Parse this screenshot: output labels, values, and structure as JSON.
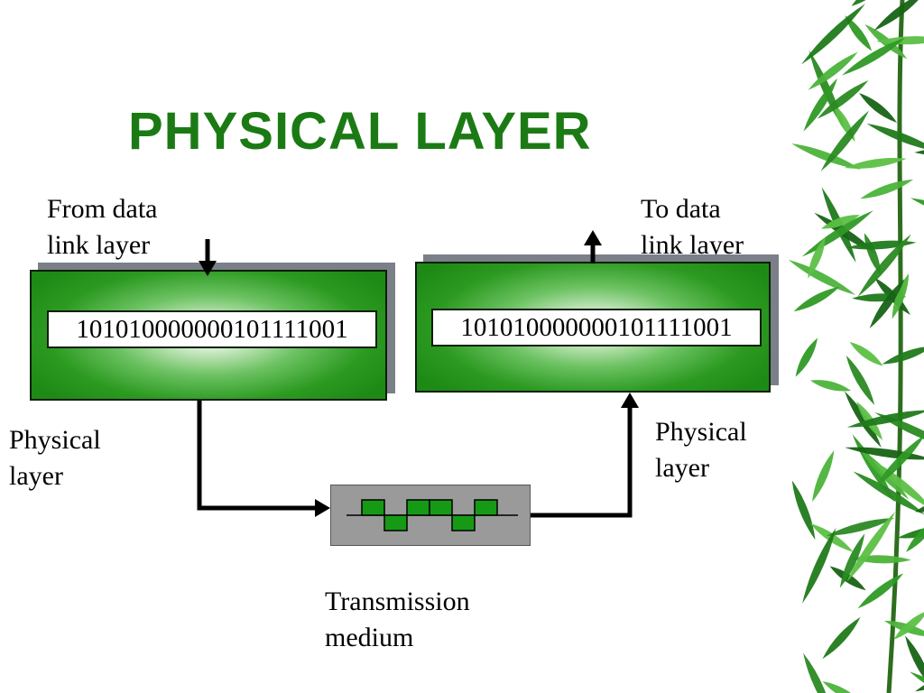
{
  "title": "PHYSICAL LAYER",
  "sender": {
    "from_line1": "From data",
    "from_line2": "link layer",
    "bits": "10101000000010111100‌1",
    "layer_line1": "Physical",
    "layer_line2": "layer"
  },
  "receiver": {
    "to_line1": "To data",
    "to_line2": "link layer",
    "bits": "101010000000101111001",
    "layer_line1": "Physical",
    "layer_line2": "layer"
  },
  "medium": {
    "line1": "Transmission",
    "line2": "medium",
    "signal_levels": [
      1,
      -1,
      1,
      1,
      -1,
      1
    ]
  },
  "colors": {
    "title": "#1b7a14",
    "box_green": "#2c9a21",
    "signal_green": "#169a16",
    "medium_gray": "#9a9a9a"
  },
  "decoration": "bamboo-leaves"
}
